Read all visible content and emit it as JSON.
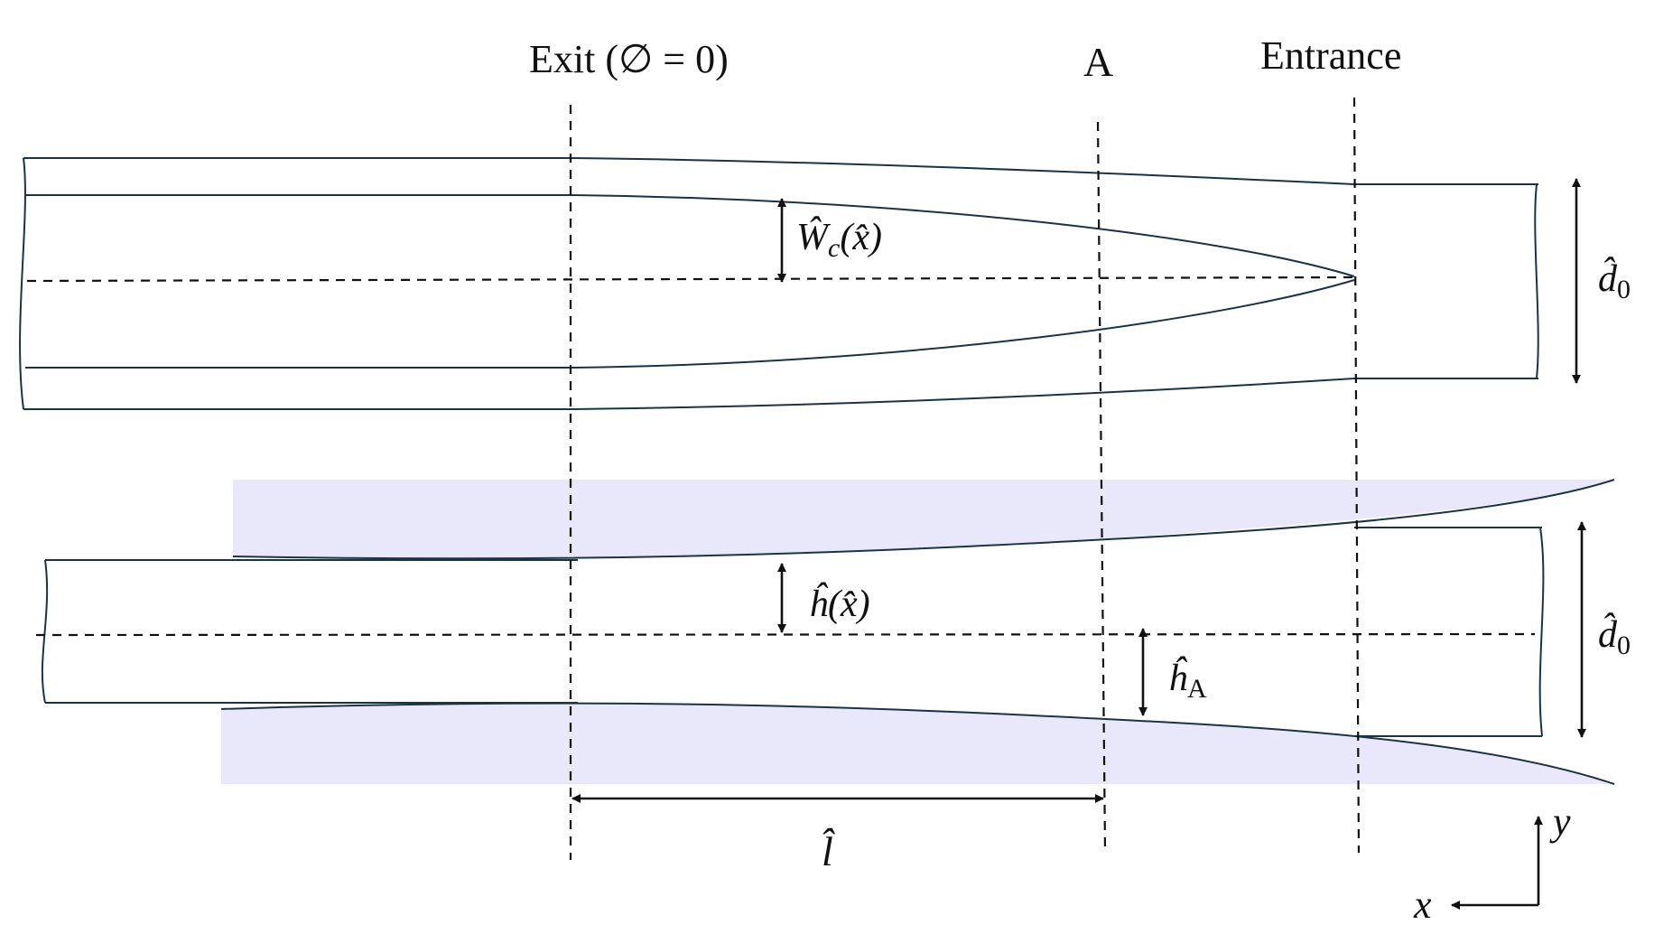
{
  "labels": {
    "exit": "Exit (∅ = 0)",
    "section_a": "A",
    "entrance": "Entrance"
  },
  "symbols": {
    "w_c": {
      "base": "Ŵ",
      "sub": "c",
      "arg": "(x̂)"
    },
    "h": {
      "base": "ĥ",
      "arg": "(x̂)"
    },
    "h_a": {
      "base": "ĥ",
      "sub": "A"
    },
    "d0_top": {
      "base": "d̂",
      "sub": "0"
    },
    "d0_bottom": {
      "base": "d̂",
      "sub": "0"
    },
    "l": {
      "base": "l̂"
    }
  },
  "axes": {
    "x": "x",
    "y": "y"
  },
  "colors": {
    "line": "#1e3342",
    "dash": "#111111",
    "shading": "#e9e8fb"
  }
}
